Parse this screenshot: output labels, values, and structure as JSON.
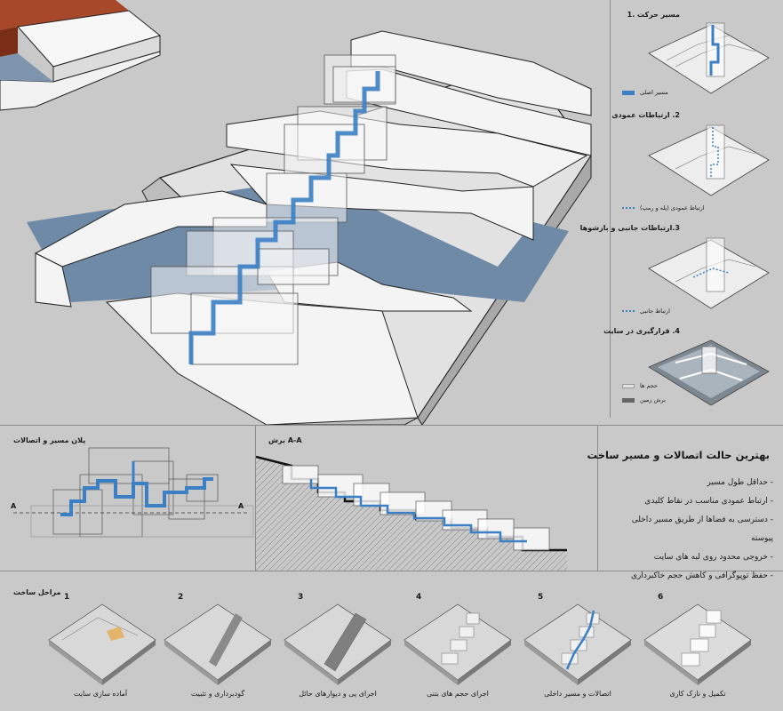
{
  "colors": {
    "background": "#c9c9c9",
    "path_blue": "#3b7fc4",
    "ground_blue": "#6f8aa6",
    "volume": "#eeeeee",
    "terrain": "#f4f4f4",
    "roof_red": "#a8482a"
  },
  "sidebar": {
    "diagrams": [
      {
        "title": "مسیر حرکت .1",
        "legend": [
          {
            "icon": "solid-blue-bar",
            "text": "مسیر اصلی"
          }
        ]
      },
      {
        "title": "2. ارتباطات عمودی",
        "legend": [
          {
            "icon": "dotted-blue-line",
            "text": "ارتباط عمودی (پله و رمپ)"
          }
        ]
      },
      {
        "title": "3.ارتباطات جانبی و بازشوها",
        "legend": [
          {
            "icon": "dotted-blue-arrow",
            "text": "ارتباط جانبی"
          }
        ]
      },
      {
        "title": "4. قرارگیری در سایت",
        "legend": [
          {
            "icon": "light-grey-swatch",
            "text": "حجم ها"
          },
          {
            "icon": "dark-grey-swatch",
            "text": "برش زمین"
          }
        ]
      }
    ]
  },
  "plan": {
    "title": "پلان مسیر و اتصالات",
    "axis_left": "A",
    "axis_right": "A"
  },
  "section": {
    "title": "برش A-A"
  },
  "summary": {
    "title": "بهترین حالت اتصالات و مسیر ساخت",
    "bullets": [
      "- حداقل طول مسیر",
      "- ارتباط عمودی مناسب در نقاط کلیدی",
      "- دسترسی به فضاها از طریق مسیر داخلی پیوسته",
      "- خروجی محدود روی لبه های سایت",
      "- حفظ توپوگرافی و کاهش حجم خاکبرداری"
    ]
  },
  "stages": {
    "title": "مراحل ساخت",
    "items": [
      {
        "num": "1",
        "caption": "آماده سازی سایت"
      },
      {
        "num": "2",
        "caption": "گودبرداری و تثبیت"
      },
      {
        "num": "3",
        "caption": "اجرای پی و دیوارهای حائل"
      },
      {
        "num": "4",
        "caption": "اجرای حجم های بتنی"
      },
      {
        "num": "5",
        "caption": "اتصالات و مسیر داخلی"
      },
      {
        "num": "6",
        "caption": "تکمیل و نازک کاری"
      }
    ]
  }
}
